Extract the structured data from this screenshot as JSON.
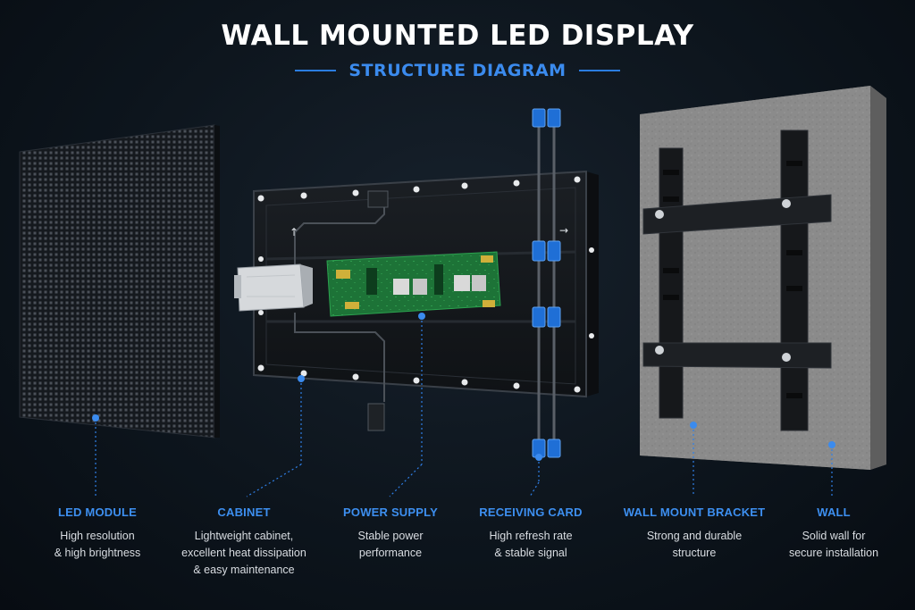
{
  "title": "WALL MOUNTED LED DISPLAY",
  "subtitle": "STRUCTURE DIAGRAM",
  "colors": {
    "accent": "#3b8bee",
    "background": "#0a1119",
    "pcb": "#1f7a3a",
    "bracket": "#1a1c1f",
    "wall": "#8d8d8d",
    "connector": "#1f6fd6"
  },
  "components": [
    {
      "id": "led-module",
      "name": "LED MODULE",
      "lines": [
        "High resolution",
        "& high brightness"
      ]
    },
    {
      "id": "cabinet",
      "name": "CABINET",
      "lines": [
        "Lightweight cabinet,",
        "excellent heat dissipation",
        "& easy maintenance"
      ]
    },
    {
      "id": "power-supply",
      "name": "POWER SUPPLY",
      "lines": [
        "Stable power",
        "performance"
      ]
    },
    {
      "id": "receiving-card",
      "name": "RECEIVING CARD",
      "lines": [
        "High refresh rate",
        "& stable signal"
      ]
    },
    {
      "id": "wall-mount-bracket",
      "name": "WALL MOUNT BRACKET",
      "lines": [
        "Strong and durable",
        "structure"
      ]
    },
    {
      "id": "wall",
      "name": "WALL",
      "lines": [
        "Solid wall for",
        "secure installation"
      ]
    }
  ]
}
